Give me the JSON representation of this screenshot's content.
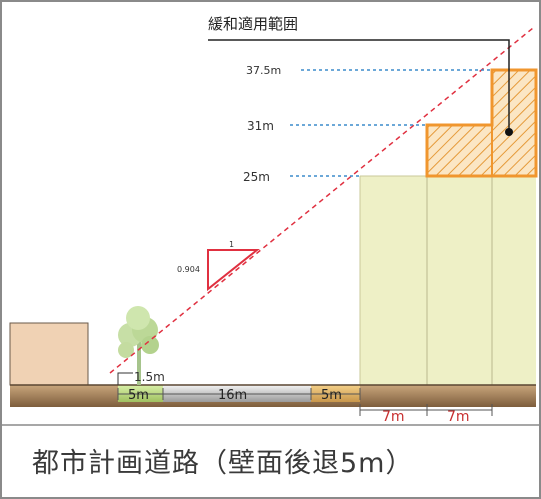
{
  "labels": {
    "relaxation_range": "緩和適用範囲",
    "height_37_5": "37.5m",
    "height_31": "31m",
    "height_25": "25m",
    "slope_run": "1",
    "slope_rise": "0.904",
    "start_height": "1.5m",
    "sidewalk_left": "5m",
    "road_width": "16m",
    "sidewalk_right": "5m",
    "setback_1": "7m",
    "setback_2": "7m"
  },
  "caption": "都市計画道路（壁面後退5m）",
  "colors": {
    "building_fill": "#eef0c6",
    "neighbor_building": "#f0d2b4",
    "hatch": "#f09a3c",
    "slope_line": "#e03040",
    "dotted_guide": "#3c8ccc",
    "dimension_red": "#c83030",
    "ground": "#9c7a52"
  }
}
